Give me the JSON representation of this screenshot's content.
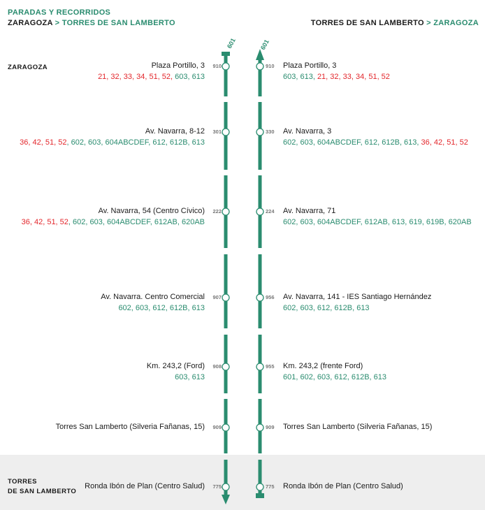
{
  "header": {
    "title": "PARADAS Y RECORRIDOS",
    "dir_left_from": "ZARAGOZA",
    "dir_left_sep": " > ",
    "dir_left_to": "TORRES DE SAN LAMBERTO",
    "dir_right_from": "TORRES DE SAN LAMBERTO",
    "dir_right_sep": " > ",
    "dir_right_to": "ZARAGOZA"
  },
  "cities": {
    "top": "ZARAGOZA",
    "bottom_1": "TORRES",
    "bottom_2": "DE SAN LAMBERTO"
  },
  "route_label": "601",
  "colors": {
    "green": "#2a8c6f",
    "red": "#e3272c",
    "band": "#eeeeee"
  },
  "left_stops": [
    {
      "name": "Plaza Portillo, 3",
      "code": "910",
      "lines": [
        {
          "t": "21, 32, 33, 34, 51, 52",
          "c": "red"
        },
        {
          "t": ", ",
          "c": "red"
        },
        {
          "t": "603, 613",
          "c": "green"
        }
      ]
    },
    {
      "name": "Av. Navarra, 8-12",
      "code": "301",
      "lines": [
        {
          "t": "36, 42, 51, 52",
          "c": "red"
        },
        {
          "t": ", ",
          "c": "green"
        },
        {
          "t": "602, 603, 604ABCDEF, 612, 612B, 613",
          "c": "green"
        }
      ]
    },
    {
      "name": "Av. Navarra, 54 (Centro Cívico)",
      "code": "222",
      "lines": [
        {
          "t": "36, 42, 51, 52",
          "c": "red"
        },
        {
          "t": ", ",
          "c": "green"
        },
        {
          "t": "602, 603, 604ABCDEF, 612AB, 620AB",
          "c": "green"
        }
      ]
    },
    {
      "name": "Av. Navarra. Centro Comercial",
      "code": "907",
      "lines": [
        {
          "t": "602, 603, 612, 612B, 613",
          "c": "green"
        }
      ]
    },
    {
      "name": "Km. 243,2 (Ford)",
      "code": "908",
      "lines": [
        {
          "t": "603, 613",
          "c": "green"
        }
      ]
    },
    {
      "name": "Torres San Lamberto  (Silveria Fañanas, 15)",
      "code": "909",
      "lines": []
    },
    {
      "name": "Ronda Ibón de Plan (Centro Salud)",
      "code": "775",
      "lines": []
    }
  ],
  "right_stops": [
    {
      "name": "Plaza Portillo, 3",
      "code": "910",
      "lines": [
        {
          "t": "603, 613, ",
          "c": "green"
        },
        {
          "t": "21, 32, 33, 34, 51, 52",
          "c": "red"
        }
      ]
    },
    {
      "name": "Av. Navarra, 3",
      "code": "330",
      "lines": [
        {
          "t": "602, 603, 604ABCDEF, 612, 612B, 613, ",
          "c": "green"
        },
        {
          "t": "36, 42, 51, 52",
          "c": "red"
        }
      ]
    },
    {
      "name": "Av. Navarra, 71",
      "code": "224",
      "lines": [
        {
          "t": "602, 603, 604ABCDEF, 612AB, 613, 619, 619B, 620AB",
          "c": "green"
        }
      ]
    },
    {
      "name": "Av. Navarra, 141 - IES Santiago Hernández",
      "code": "956",
      "lines": [
        {
          "t": "602, 603, 612, 612B, 613",
          "c": "green"
        }
      ]
    },
    {
      "name": "Km. 243,2 (frente Ford)",
      "code": "955",
      "lines": [
        {
          "t": "601, 602, 603, 612, 612B, 613",
          "c": "green"
        }
      ]
    },
    {
      "name": "Torres San Lamberto (Silveria Fañanas, 15)",
      "code": "909",
      "lines": []
    },
    {
      "name": "Ronda Ibón de Plan (Centro Salud)",
      "code": "775",
      "lines": []
    }
  ]
}
